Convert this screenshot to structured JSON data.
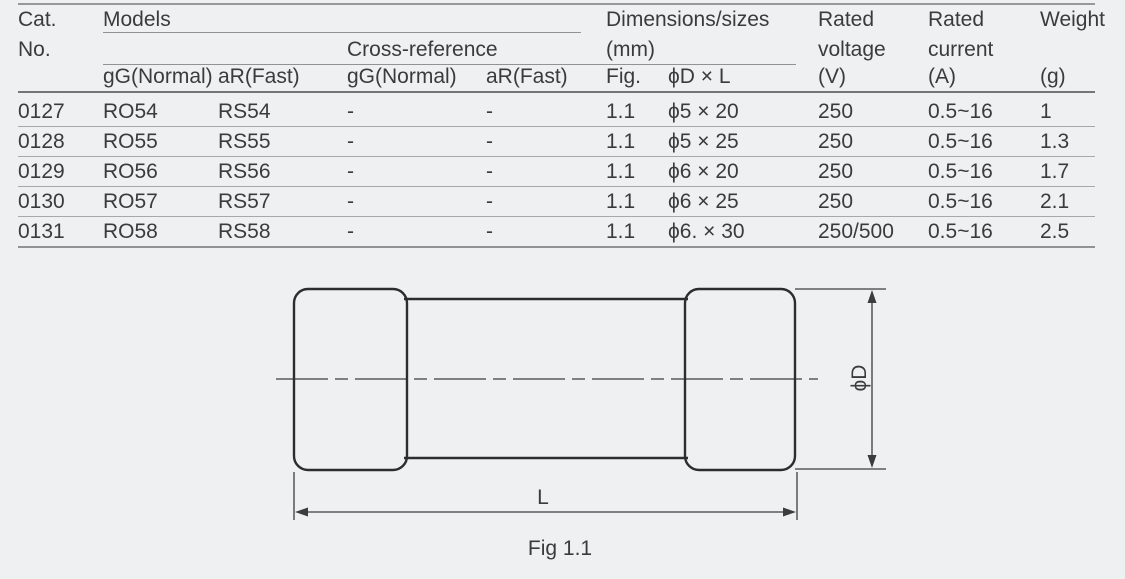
{
  "table": {
    "header": {
      "cat_top": "Cat.",
      "cat_bottom": "No.",
      "models": "Models",
      "cross_reference": "Cross-reference",
      "dims_top": "Dimensions/sizes",
      "dims_bottom": "(mm)",
      "voltage_top": "Rated",
      "voltage_mid": "voltage",
      "voltage_unit": "(V)",
      "current_top": "Rated",
      "current_mid": "current",
      "current_unit": "(A)",
      "weight_top": "Weight",
      "weight_unit": "(g)",
      "sub_models_gg": "gG(Normal)",
      "sub_models_ar": "aR(Fast)",
      "sub_xref_gg": "gG(Normal)",
      "sub_xref_ar": "aR(Fast)",
      "sub_fig": "Fig.",
      "sub_dxl": "ϕD × L"
    },
    "rows": [
      [
        "0127",
        "RO54",
        "RS54",
        "-",
        "-",
        "1.1",
        "ϕ5 × 20",
        "250",
        "0.5~16",
        "1"
      ],
      [
        "0128",
        "RO55",
        "RS55",
        "-",
        "-",
        "1.1",
        "ϕ5 × 25",
        "250",
        "0.5~16",
        "1.3"
      ],
      [
        "0129",
        "RO56",
        "RS56",
        "-",
        "-",
        "1.1",
        "ϕ6 × 20",
        "250",
        "0.5~16",
        "1.7"
      ],
      [
        "0130",
        "RO57",
        "RS57",
        "-",
        "-",
        "1.1",
        "ϕ6 × 25",
        "250",
        "0.5~16",
        "2.1"
      ],
      [
        "0131",
        "RO58",
        "RS58",
        "-",
        "-",
        "1.1",
        "ϕ6. × 30",
        "250/500",
        "0.5~16",
        "2.5"
      ]
    ]
  },
  "figure": {
    "diameter_label": "ϕD",
    "length_label": "L",
    "caption": "Fig 1.1"
  },
  "colors": {
    "background": "#eff0f2",
    "text": "#3b3b3d",
    "drawing_line": "#2d2d2f",
    "rule_dark": "#737577",
    "rule_mid": "#909294",
    "rule_light": "#a6a8aa"
  }
}
